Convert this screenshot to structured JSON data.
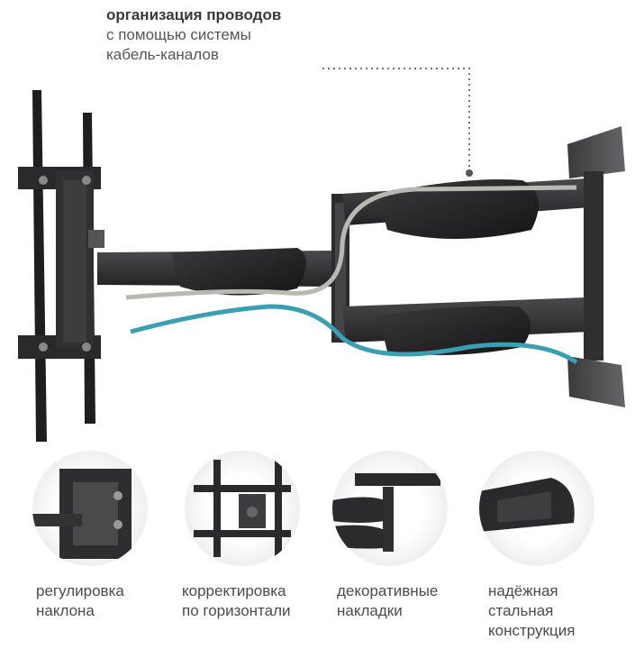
{
  "callout": {
    "title": "организация проводов",
    "line2": "с помощью системы",
    "line3": "кабель-каналов"
  },
  "features": [
    {
      "lines": [
        "регулировка",
        "наклона"
      ]
    },
    {
      "lines": [
        "корректировка",
        "по горизонтали"
      ]
    },
    {
      "lines": [
        "декоративные",
        "накладки"
      ]
    },
    {
      "lines": [
        "надёжная",
        "стальная",
        "конструкция"
      ]
    }
  ],
  "colors": {
    "steel": "#2b2b2d",
    "cover": "#1f1f21",
    "cable_grey": "#b9b9b4",
    "cable_blue": "#3a9fb0"
  }
}
